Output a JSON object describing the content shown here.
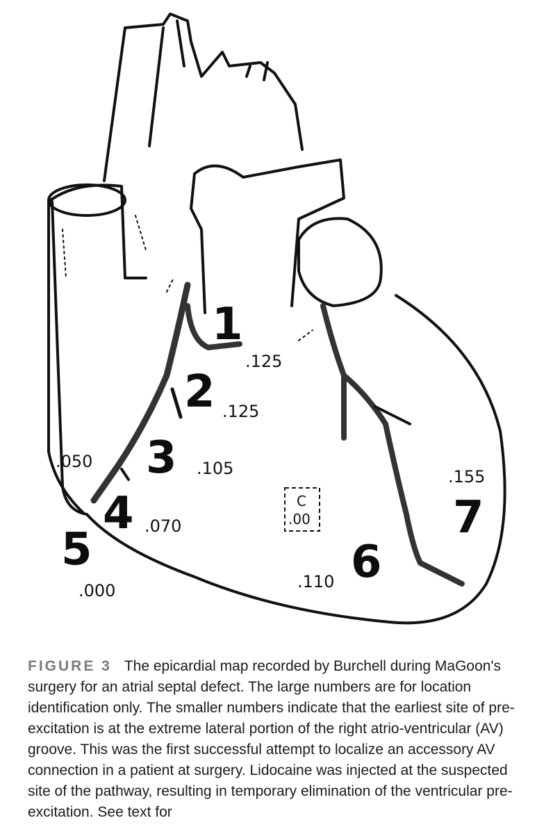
{
  "figure": {
    "site_labels": [
      {
        "num": "1",
        "value": ".125"
      },
      {
        "num": "2",
        "value": ".125"
      },
      {
        "num": "3",
        "value": ".105"
      },
      {
        "num": "4",
        "value": ".070"
      },
      {
        "num": "5",
        "value": ".000"
      },
      {
        "num": "6",
        "value": ".110"
      },
      {
        "num": "7",
        "value": ".155"
      }
    ],
    "edge_value": ".050",
    "control_box": {
      "label": "C",
      "value": ".00"
    }
  },
  "caption": {
    "label": "FIGURE 3",
    "text": "The epicardial map recorded by Burchell during MaGoon's surgery for an atrial septal defect. The large numbers are for location identification only. The smaller numbers indicate that the earliest site of pre-excitation is at the extreme lateral portion of the right atrio-ventricular (AV) groove. This was the first successful attempt to localize an accessory AV connection in a patient at surgery. Lidocaine was injected at the suspected site of the pathway, resulting in temporary elimination of the ventricular pre-excitation. See text for"
  }
}
